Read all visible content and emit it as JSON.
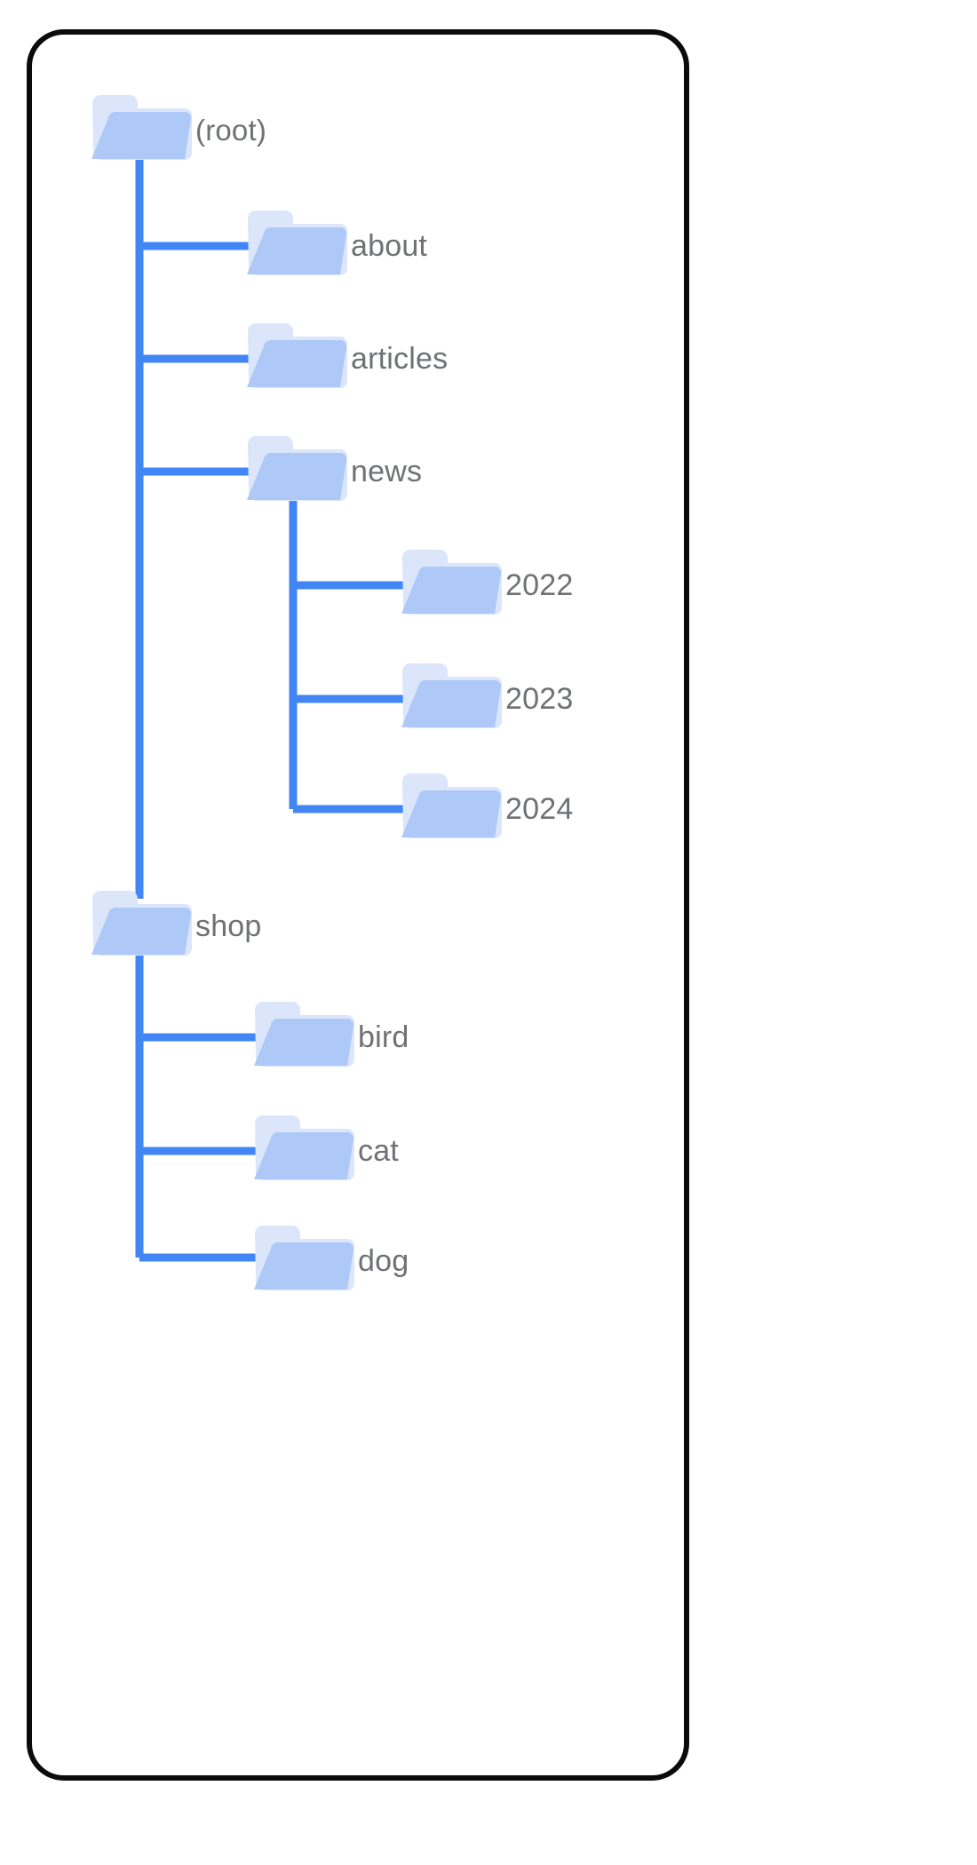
{
  "diagram": {
    "type": "folder-tree",
    "title": "",
    "colors": {
      "connector": "#4285F4",
      "folder_back": "#DBE6FB",
      "folder_front": "#AEC8F8",
      "label_text": "#6F7174",
      "card_border": "#0B0B0B",
      "background": "#FFFFFF"
    },
    "nodes": [
      {
        "id": "root",
        "label": "(root)",
        "depth": 0,
        "icon": "folder-icon"
      },
      {
        "id": "about",
        "label": "about",
        "depth": 1,
        "icon": "folder-icon"
      },
      {
        "id": "articles",
        "label": "articles",
        "depth": 1,
        "icon": "folder-icon"
      },
      {
        "id": "news",
        "label": "news",
        "depth": 1,
        "icon": "folder-icon"
      },
      {
        "id": "news-2022",
        "label": "2022",
        "depth": 2,
        "icon": "folder-icon"
      },
      {
        "id": "news-2023",
        "label": "2023",
        "depth": 2,
        "icon": "folder-icon"
      },
      {
        "id": "news-2024",
        "label": "2024",
        "depth": 2,
        "icon": "folder-icon"
      },
      {
        "id": "shop",
        "label": "shop",
        "depth": 1,
        "icon": "folder-icon"
      },
      {
        "id": "shop-bird",
        "label": "bird",
        "depth": 2,
        "icon": "folder-icon"
      },
      {
        "id": "shop-cat",
        "label": "cat",
        "depth": 2,
        "icon": "folder-icon"
      },
      {
        "id": "shop-dog",
        "label": "dog",
        "depth": 2,
        "icon": "folder-icon"
      }
    ],
    "edges": [
      {
        "from": "root",
        "to": "about"
      },
      {
        "from": "root",
        "to": "articles"
      },
      {
        "from": "root",
        "to": "news"
      },
      {
        "from": "root",
        "to": "shop"
      },
      {
        "from": "news",
        "to": "news-2022"
      },
      {
        "from": "news",
        "to": "news-2023"
      },
      {
        "from": "news",
        "to": "news-2024"
      },
      {
        "from": "shop",
        "to": "shop-bird"
      },
      {
        "from": "shop",
        "to": "shop-cat"
      },
      {
        "from": "shop",
        "to": "shop-dog"
      }
    ]
  }
}
